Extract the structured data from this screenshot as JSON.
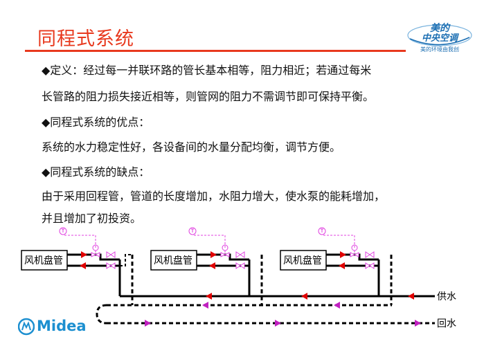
{
  "slide": {
    "title": "同程式系统",
    "brand": {
      "name_line1": "美的",
      "name_line2": "中央空调",
      "slogan": "美的环境由我创",
      "corner_logo_text": "Midea"
    },
    "body_lines": [
      "◆定义：经过每一并联环路的管长基本相等，阻力相近；若通过每米",
      "长管路的阻力损失接近相等，则管网的阻力不需调节即可保持平衡。",
      "◆同程式系统的优点：",
      "系统的水力稳定性好，各设备间的水量分配均衡，调节方便。",
      "◆同程式系统的缺点：",
      "由于采用回程管，管道的长度增加，水阻力增大，使水泵的能耗增加，",
      "并且增加了初投资。"
    ],
    "diagram": {
      "units": [
        {
          "label": "风机盘管"
        },
        {
          "label": "风机盘管"
        },
        {
          "label": "风机盘管"
        }
      ],
      "supply_label": "供水",
      "return_label": "回水"
    },
    "colors": {
      "title": "#e8391e",
      "brand_blue": "#1c6fb3",
      "arrow_red": "#e00000",
      "arrow_magenta": "#c020c0",
      "valve_magenta": "#e040e0"
    }
  }
}
